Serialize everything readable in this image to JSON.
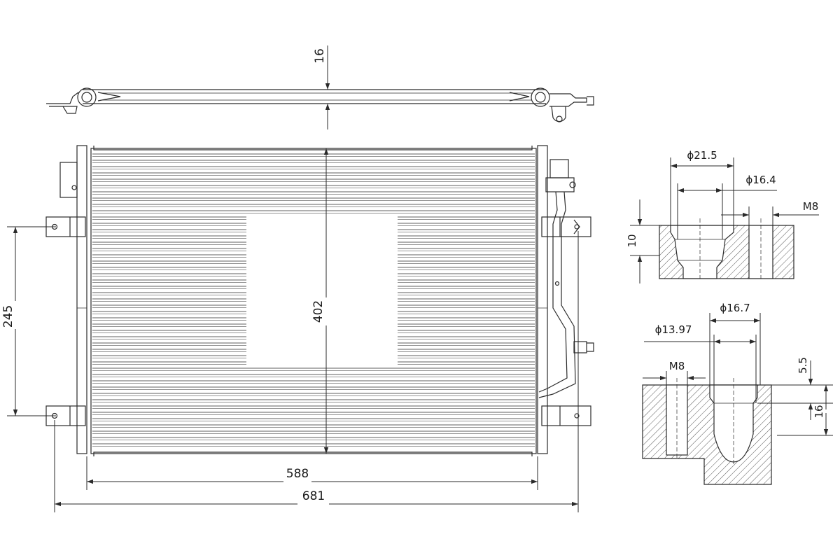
{
  "colors": {
    "line": "#2a2a2a",
    "background": "#ffffff"
  },
  "dimensions": {
    "top_thickness": "16",
    "core_height": "402",
    "mount_spacing": "245",
    "core_width": "588",
    "overall_width": "681"
  },
  "detail_top": {
    "dia_outer": "ϕ21.5",
    "dia_inner": "ϕ16.4",
    "thread": "M8",
    "depth": "10"
  },
  "detail_bottom": {
    "dia_outer": "ϕ16.7",
    "dia_inner": "ϕ13.97",
    "thread": "M8",
    "step": "5.5",
    "depth": "16"
  }
}
